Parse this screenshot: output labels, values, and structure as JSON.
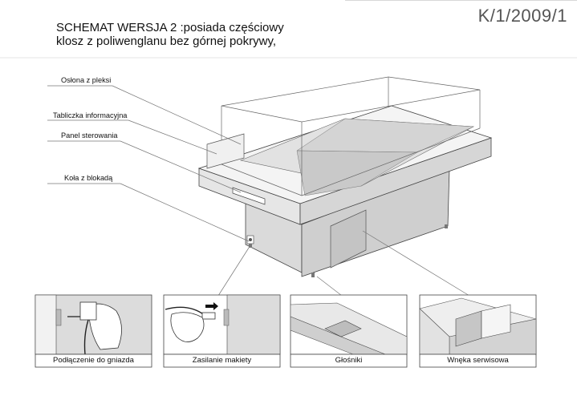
{
  "header": {
    "title_line1": "SCHEMAT WERSJA 2 :posiada częściowy",
    "title_line2": "klosz z poliwenglanu  bez górnej pokrywy,",
    "document_code": "K/1/2009/1"
  },
  "callouts": [
    {
      "label": "Osłona z pleksi"
    },
    {
      "label": "Tabliczka informacyjna"
    },
    {
      "label": "Panel sterowania"
    },
    {
      "label": "Koła z blokadą"
    }
  ],
  "detail_panels": [
    {
      "caption": "Podłączenie do gniazda"
    },
    {
      "caption": "Zasilanie makiety"
    },
    {
      "caption": "Głośniki"
    },
    {
      "caption": "Wnęka serwisowa"
    }
  ]
}
